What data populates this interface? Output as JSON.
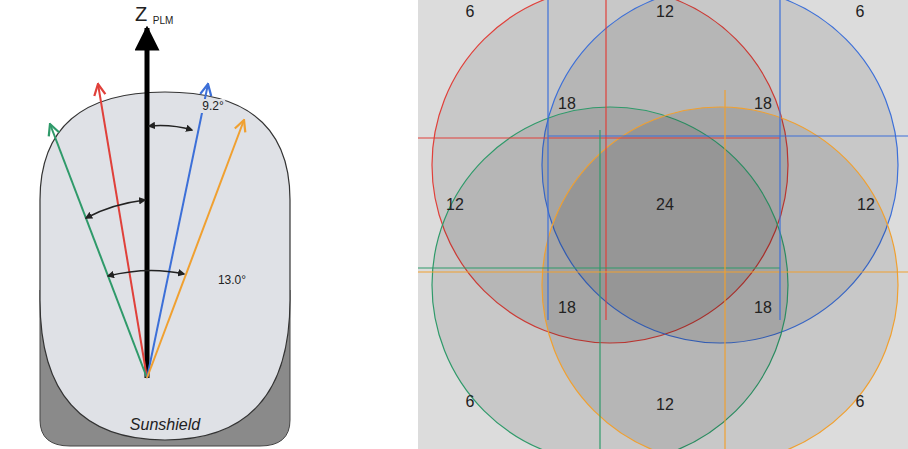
{
  "diagram": {
    "labels": [
      "Z",
      "PLM",
      "9.2°",
      "13.0°",
      "Sunshield",
      "6",
      "12",
      "6",
      "18",
      "18",
      "12",
      "24",
      "12",
      "18",
      "18",
      "6",
      "12",
      "6"
    ]
  }
}
